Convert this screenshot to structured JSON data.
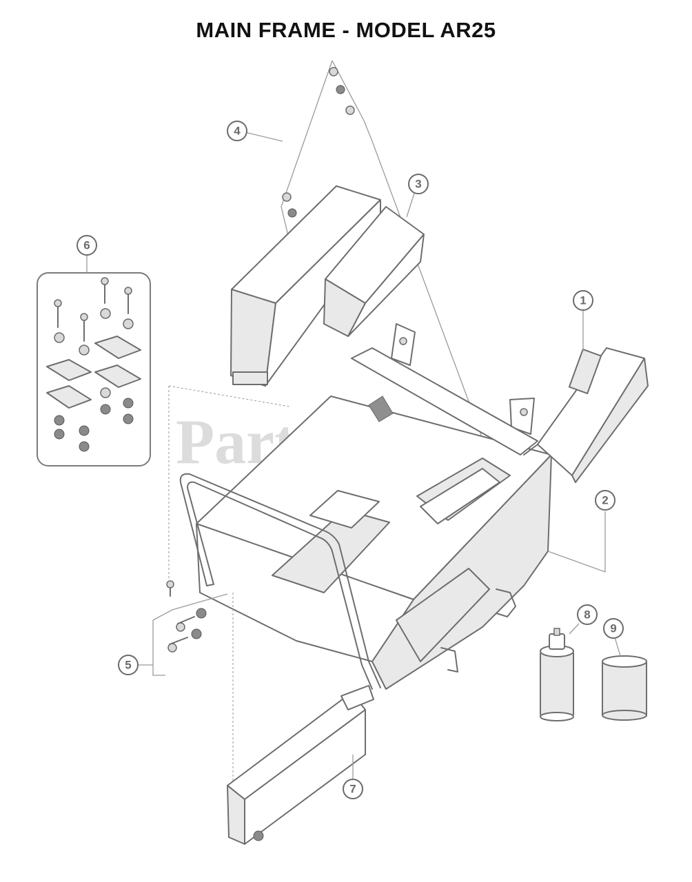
{
  "title": "MAIN FRAME - MODEL AR25",
  "watermark": "PartsTree",
  "callouts": [
    "1",
    "2",
    "3",
    "4",
    "5",
    "6",
    "7",
    "8",
    "9"
  ]
}
